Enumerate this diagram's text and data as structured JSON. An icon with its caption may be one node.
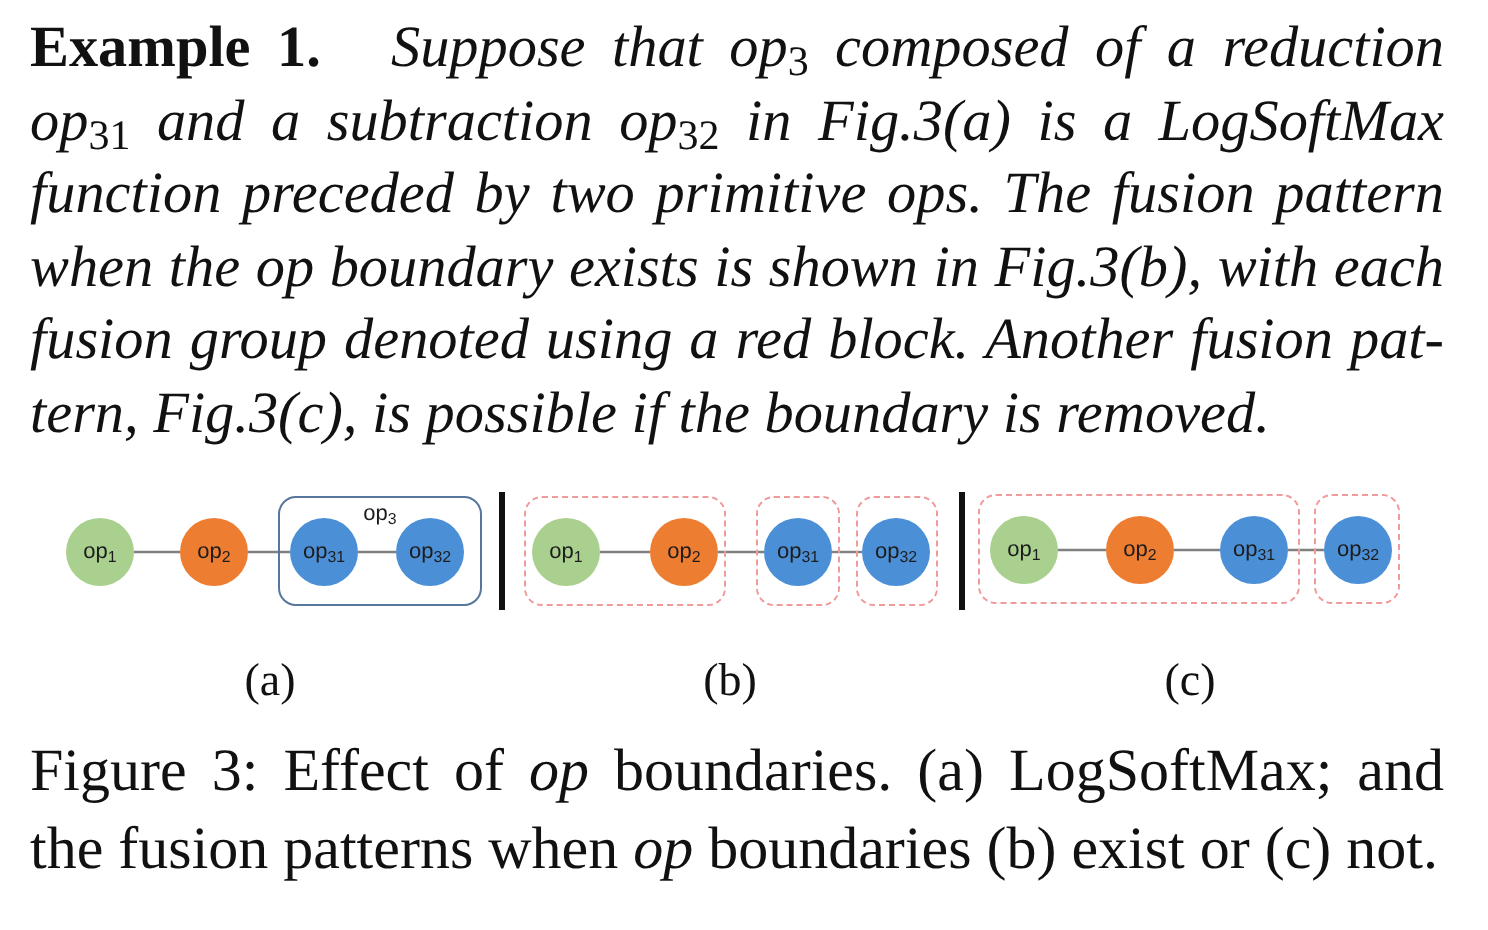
{
  "diagram": {
    "caption": "Figure 3: Effect of *op* boundaries. (a) LogSoftMax; and the fusion patterns when *op* boundaries (b) exist or (c) not.",
    "nodes": [
      {
        "text": [
          "op$_{1}$"
        ]
      },
      {
        "text": [
          "op$_{2}$"
        ]
      },
      {
        "text": [
          "op$_{3}$"
        ]
      },
      {
        "text": [
          "op$_{31}$"
        ],
        "in": 2
      },
      {
        "text": [
          "op$_{32}$"
        ],
        "in": 2
      },
      {
        "text": [],
        "shape": "box"
      },
      {
        "text": [
          "op$_{1}$"
        ],
        "in": 5
      },
      {
        "text": [
          "op$_{2}$"
        ],
        "in": 5
      },
      {
        "text": [],
        "shape": "box"
      },
      {
        "text": [
          "op$_{31}$"
        ],
        "in": 8
      },
      {
        "text": [],
        "shape": "box"
      },
      {
        "text": [
          "op$_{32}$"
        ],
        "in": 10
      },
      {
        "text": [],
        "shape": "box"
      },
      {
        "text": [
          "op$_{1}$"
        ],
        "in": 12
      },
      {
        "text": [
          "op$_{2}$"
        ],
        "in": 12
      },
      {
        "text": [
          "op$_{31}$"
        ],
        "in": 12
      },
      {
        "text": [],
        "shape": "box"
      },
      {
        "text": [
          "op$_{32}$"
        ],
        "in": 16
      }
    ],
    "edges": [
      {
        "from": 0,
        "to": 1,
        "arrow": "none"
      },
      {
        "from": 1,
        "to": 3,
        "arrow": "none"
      },
      {
        "from": 3,
        "to": 4,
        "arrow": "none"
      },
      {
        "from": 6,
        "to": 7,
        "arrow": "none"
      },
      {
        "from": 7,
        "to": 9,
        "arrow": "none"
      },
      {
        "from": 9,
        "to": 11,
        "arrow": "none"
      },
      {
        "from": 13,
        "to": 14,
        "arrow": "none"
      },
      {
        "from": 14,
        "to": 15,
        "arrow": "none"
      },
      {
        "from": 15,
        "to": 17,
        "arrow": "none"
      }
    ],
    "labels": [
      "**Example 1.** Suppose that op$_{3}$ composed of a reduction op$_{31}$ and a subtraction op$_{32}$ in Fig.3(a) is a LogSoftMax function preceded by two primitive ops. The fusion pattern when the op boundary exists is shown in Fig.3(b), with each fusion group denoted using a red block. Another fusion pat- tern, Fig.3(c), is possible if the boundary is removed.",
      "(a)",
      "(b)",
      "(c)"
    ]
  }
}
